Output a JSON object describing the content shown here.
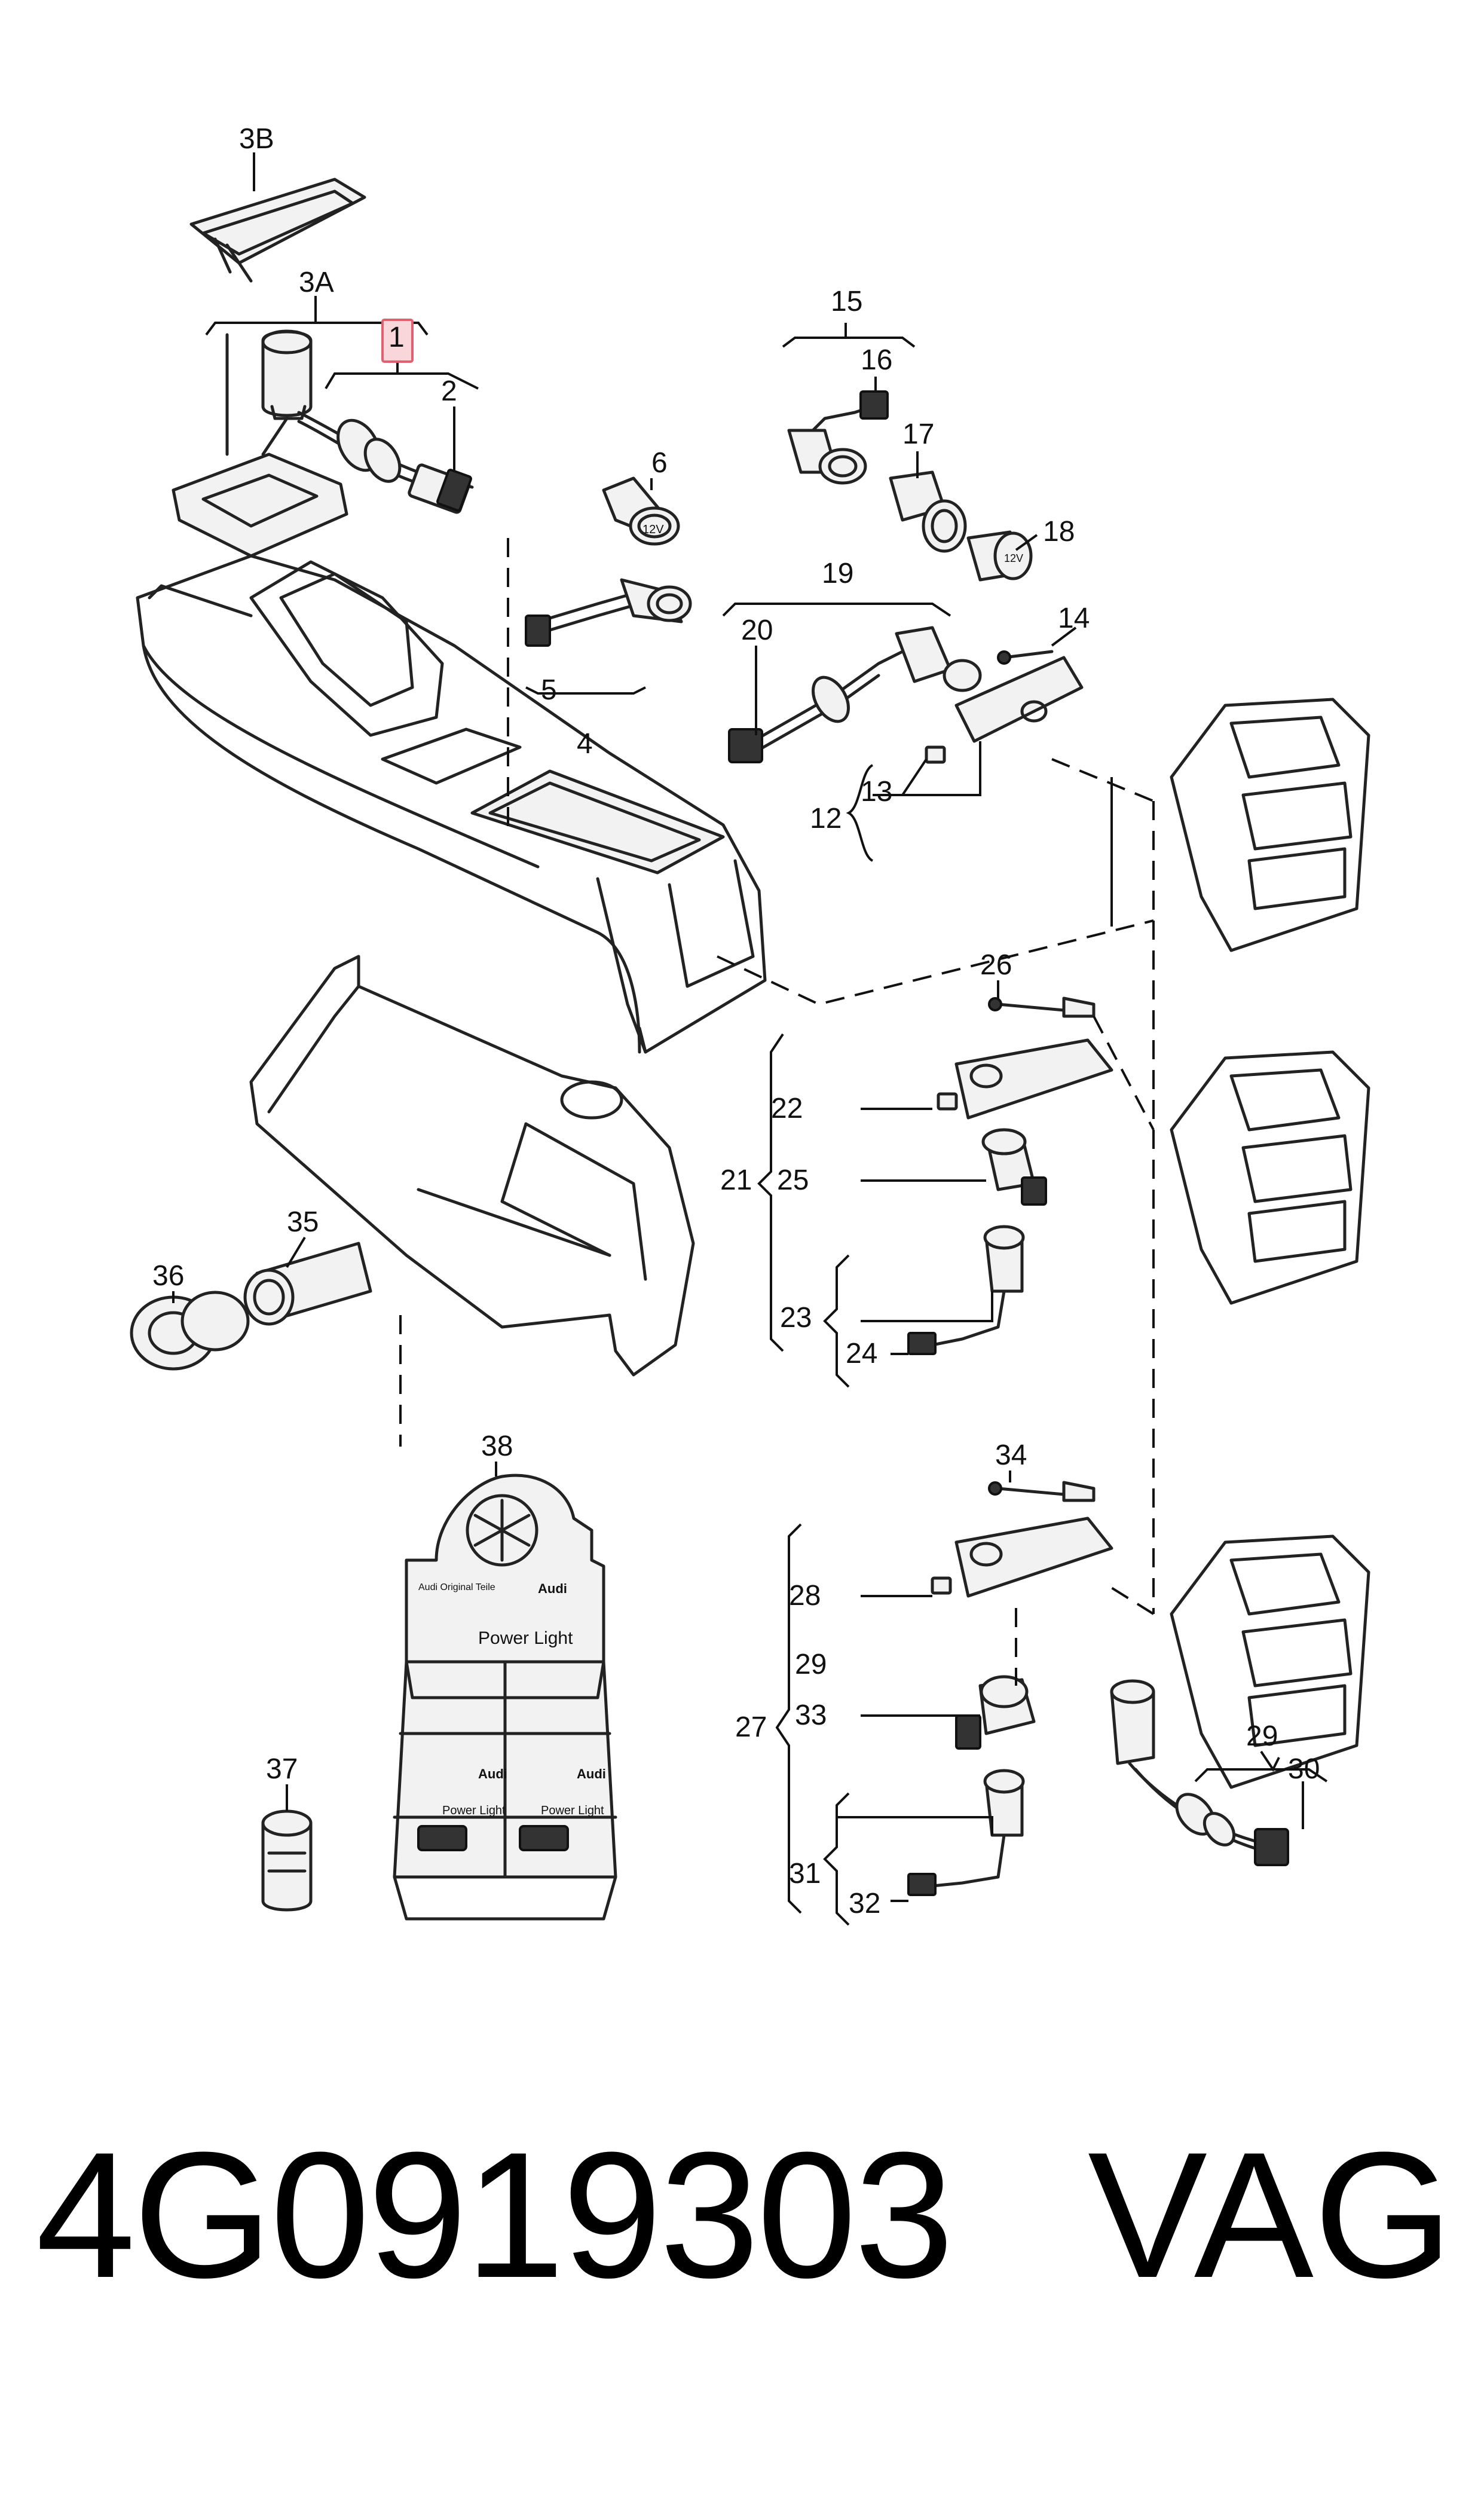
{
  "callouts": {
    "c1": "1",
    "c2": "2",
    "c3a": "3A",
    "c3b": "3B",
    "c4": "4",
    "c5": "5",
    "c6": "6",
    "c12": "12",
    "c13": "13",
    "c14": "14",
    "c15": "15",
    "c16": "16",
    "c17": "17",
    "c18": "18",
    "c19": "19",
    "c20": "20",
    "c21": "21",
    "c22": "22",
    "c23": "23",
    "c24": "24",
    "c25": "25",
    "c26": "26",
    "c27": "27",
    "c28": "28",
    "c29a": "29",
    "c29b": "29",
    "c30": "30",
    "c31": "31",
    "c32": "32",
    "c33": "33",
    "c34": "34",
    "c35": "35",
    "c36": "36",
    "c37": "37",
    "c38": "38"
  },
  "socket_labels": {
    "socket6": "12V",
    "socket18": "12V"
  },
  "display_box": {
    "tagline": "Audi Original Teile",
    "brand": "Audi",
    "product": "Power Light",
    "box_brand_left": "Audi",
    "box_brand_right": "Audi",
    "box_product_left": "Power Light",
    "box_product_right": "Power Light"
  },
  "footer": {
    "part_number": "4G0919303",
    "brand": "VAG"
  },
  "colors": {
    "highlight": "#f9d6d9",
    "highlight_stroke": "#e06070",
    "ink": "#111111"
  }
}
